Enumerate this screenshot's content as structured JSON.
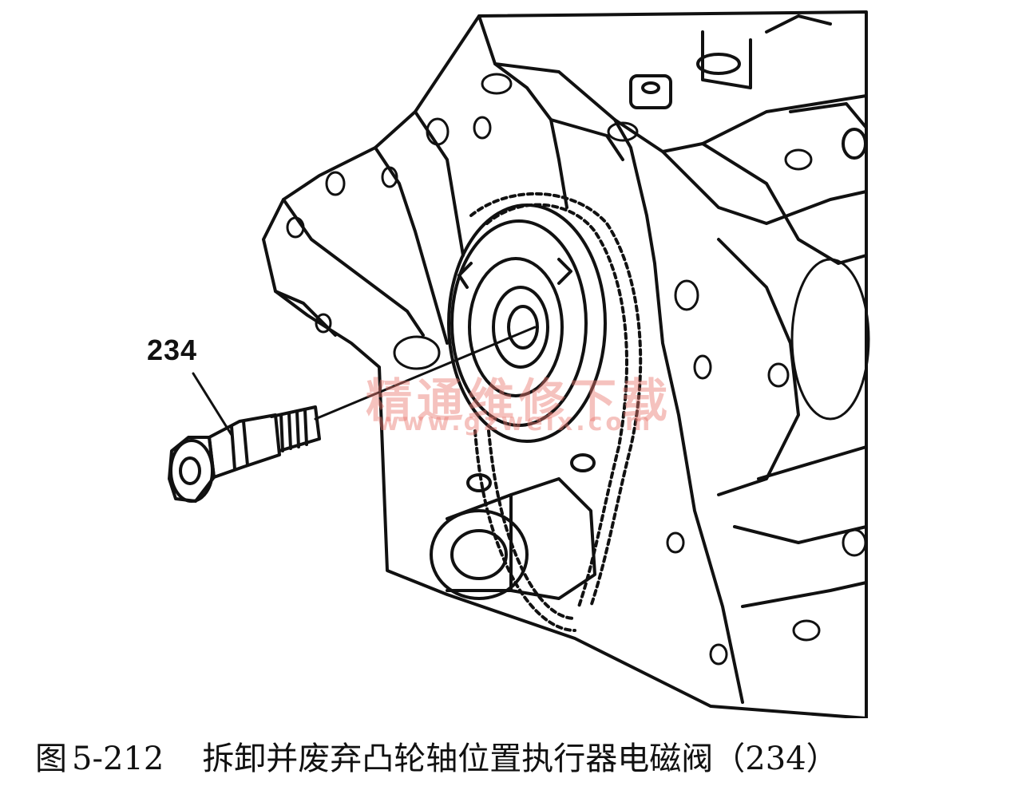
{
  "figure": {
    "callout_label": "234",
    "watermark_cn": "精通维修下载",
    "watermark_url": "www.gzweix.com"
  },
  "caption": {
    "prefix": "图",
    "number": "5-212",
    "text": "拆卸并废弃凸轮轴位置执行器电磁阀（234）"
  }
}
